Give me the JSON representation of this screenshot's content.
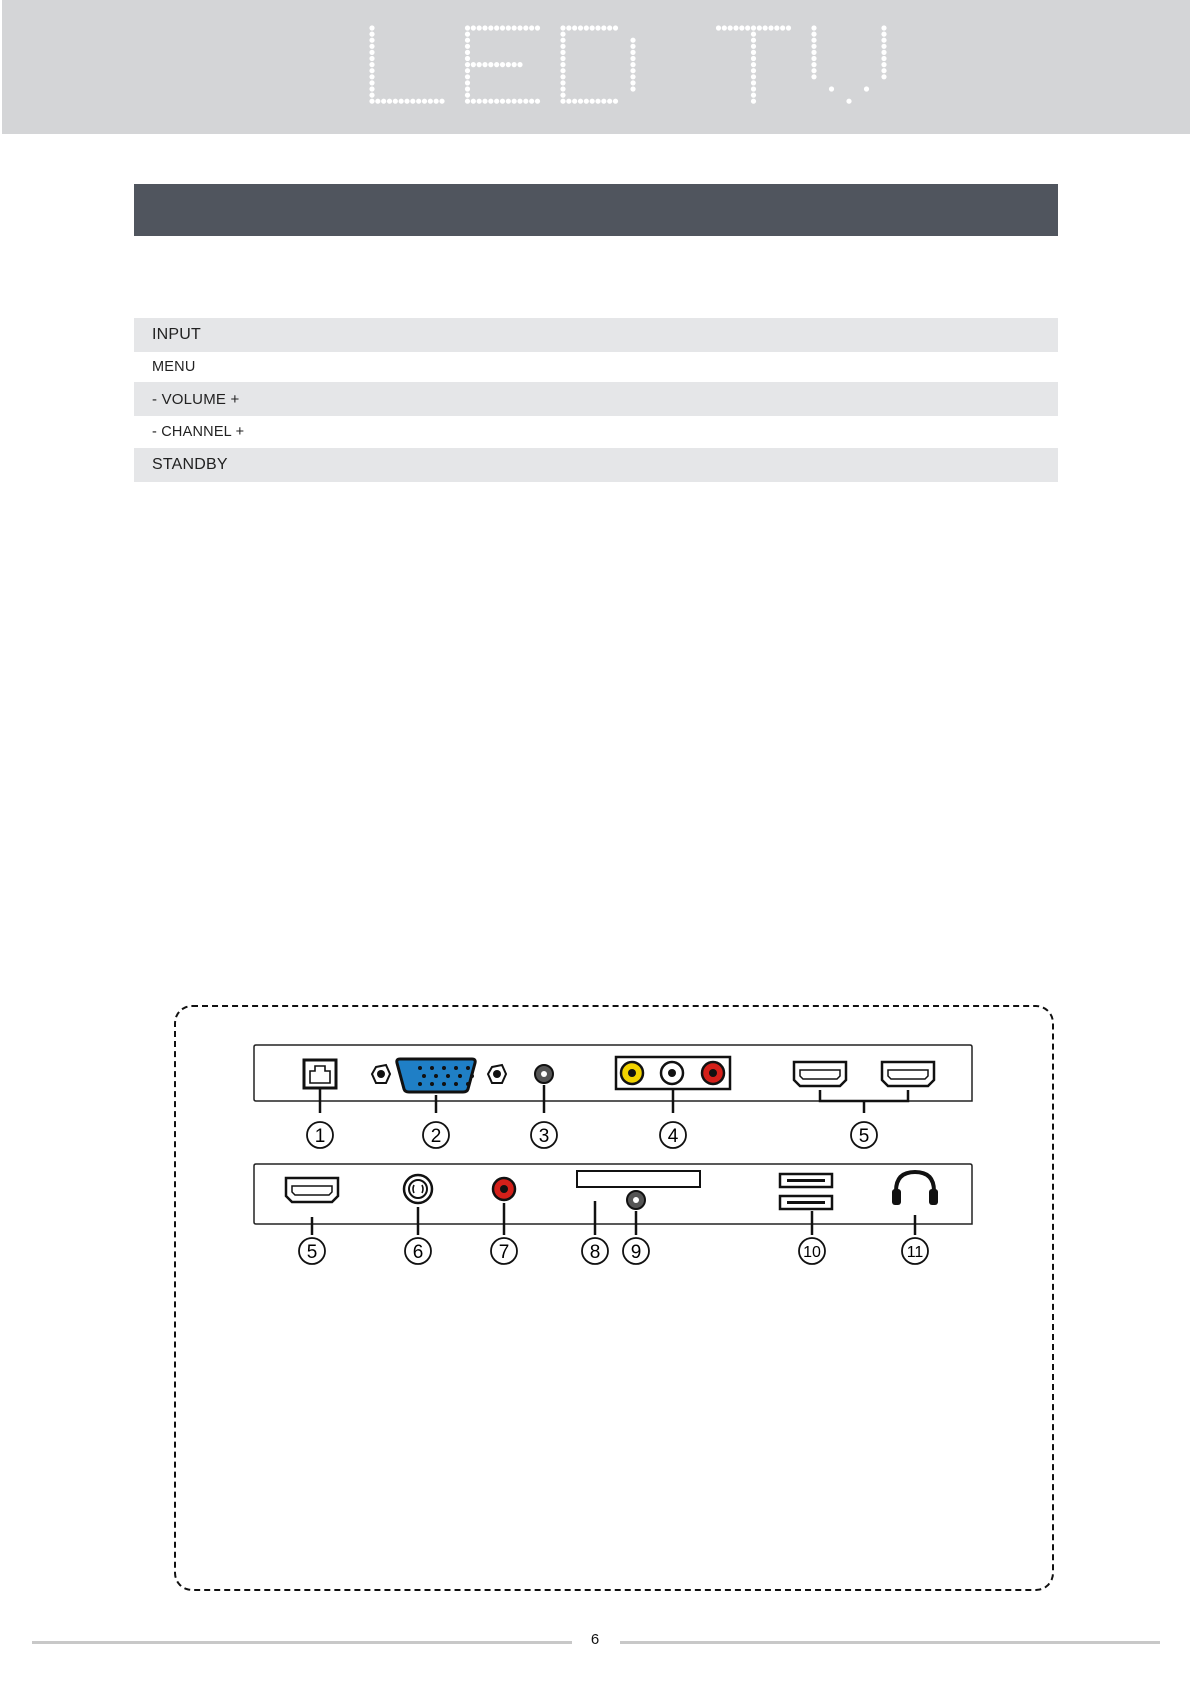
{
  "header": {
    "title": "LED TV"
  },
  "section_title": "",
  "front_controls": [
    {
      "label": "INPUT",
      "style": "shaded-big"
    },
    {
      "label": "MENU",
      "style": "plain"
    },
    {
      "label": "- VOLUME +",
      "style": "shaded"
    },
    {
      "label": "- CHANNEL +",
      "style": "plain"
    },
    {
      "label": "STANDBY",
      "style": "shaded-big"
    }
  ],
  "connection_panel": {
    "callouts": [
      "1",
      "2",
      "3",
      "4",
      "5",
      "5",
      "6",
      "7",
      "8",
      "9",
      "10",
      "11"
    ],
    "ports_top": [
      "rj45-port-icon",
      "vga-port-icon",
      "audio-jack-icon",
      "av-rca-inputs-icon",
      "hdmi-port-icon",
      "hdmi-port-icon"
    ],
    "ports_bottom": [
      "hdmi-port-icon",
      "coax-antenna-icon",
      "coaxial-audio-out-icon",
      "ci-slot-icon",
      "mini-jack-icon",
      "usb-ports-icon",
      "headphone-icon"
    ],
    "colors": {
      "vga": "#1f7fc6",
      "av_video": "#f2d300",
      "av_audio_l": "#ffffff",
      "av_audio_r": "#d4201a",
      "coax_out": "#d4201a"
    }
  },
  "footer": {
    "page_number": "6"
  }
}
